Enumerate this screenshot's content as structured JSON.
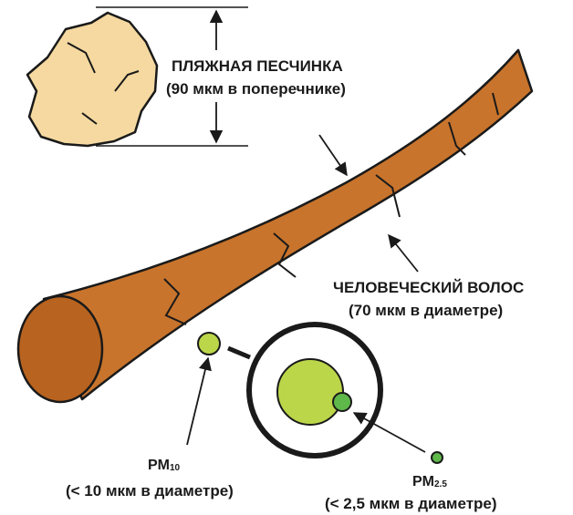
{
  "sand": {
    "title": "ПЛЯЖНАЯ ПЕСЧИНКА",
    "size": "(90 мкм в поперечнике)"
  },
  "hair": {
    "title": "ЧЕЛОВЕЧЕСКИЙ ВОЛОС",
    "size": "(70 мкм в диаметре)"
  },
  "pm10": {
    "prefix": "PM",
    "subscript": "10",
    "size": "(< 10 мкм в диаметре)"
  },
  "pm25": {
    "prefix": "PM",
    "subscript": "2.5",
    "size": "(< 2,5 мкм в диаметре)"
  },
  "colors": {
    "sand": "#f5d9a0",
    "hair": "#c8742c",
    "hair_dark": "#b8631f",
    "particle_large": "#bcd64a",
    "particle_small": "#5fb84a",
    "outline": "#1a1a1a"
  }
}
